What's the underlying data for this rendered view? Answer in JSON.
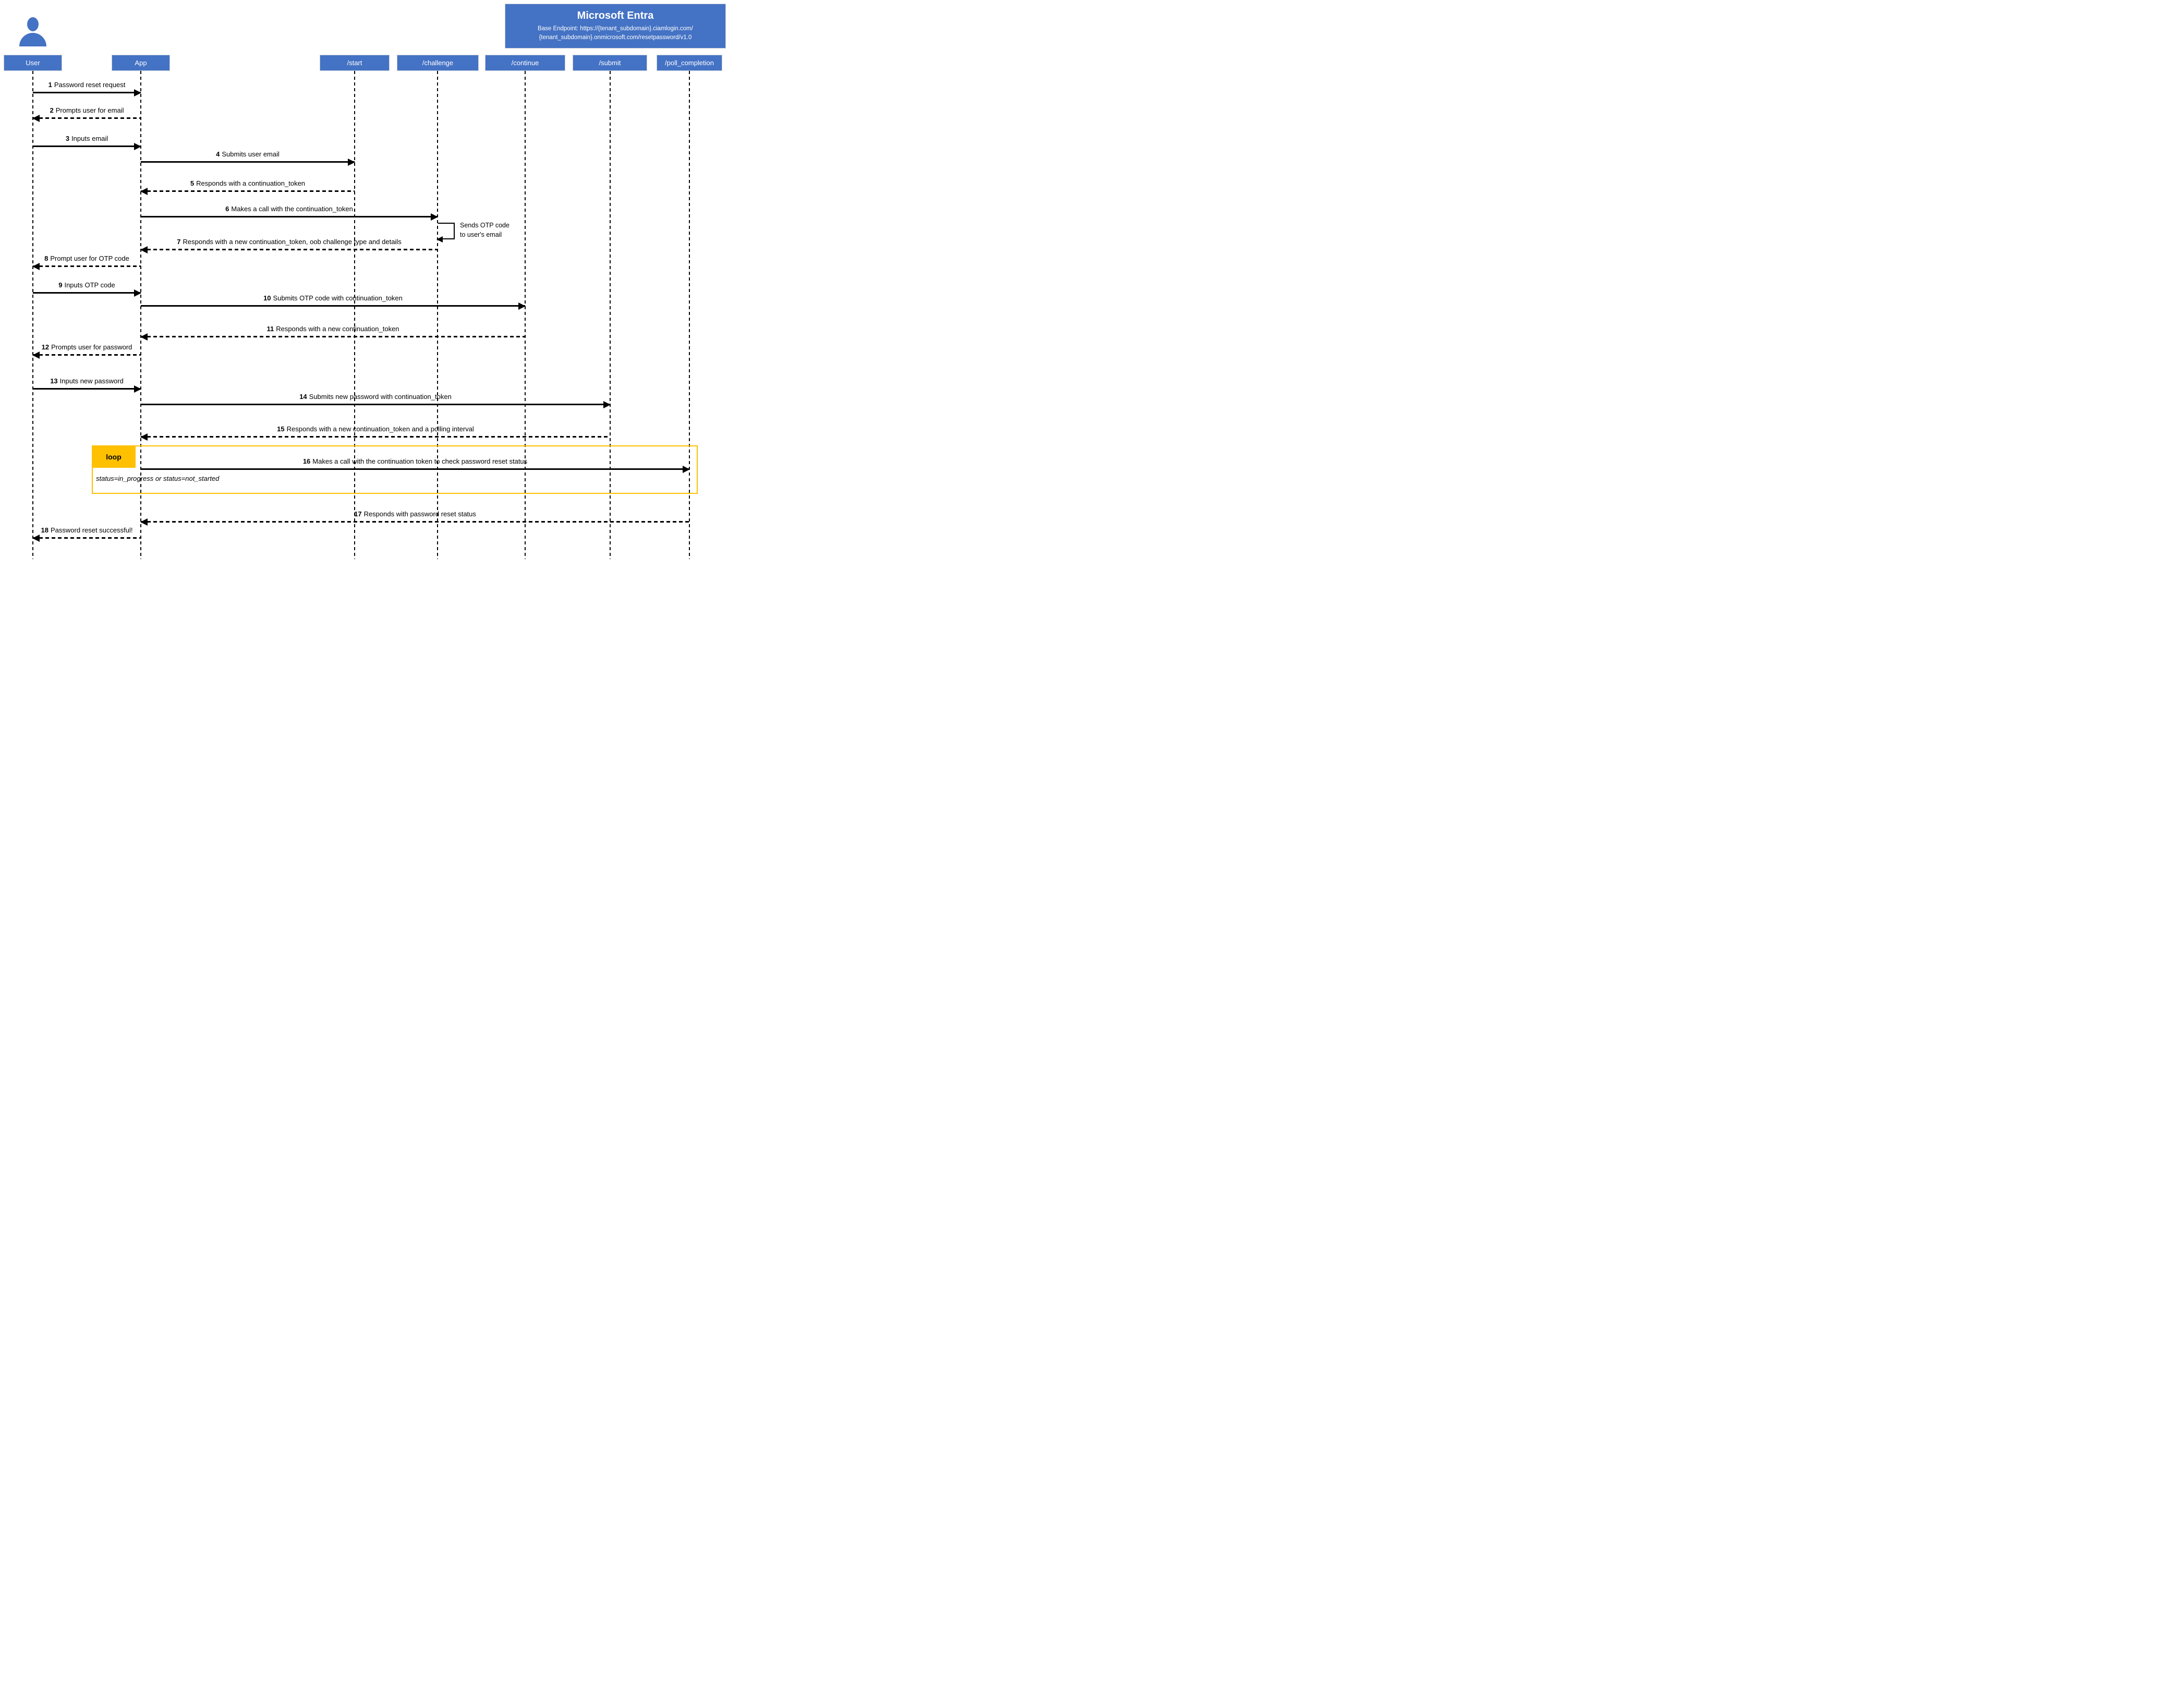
{
  "entra": {
    "title": "Microsoft Entra",
    "subtitle_line1": "Base Endpoint: https://{tenant_subdomain}.ciamlogin.com/",
    "subtitle_line2": "{tenant_subdomain}.onmicrosoft.com/resetpassword/v1.0"
  },
  "actors": [
    {
      "label": "User"
    },
    {
      "label": "App"
    },
    {
      "label": "/start"
    },
    {
      "label": "/challenge"
    },
    {
      "label": "/continue"
    },
    {
      "label": "/submit"
    },
    {
      "label": "/poll_completion"
    }
  ],
  "messages": [
    {
      "num": "1",
      "text": "Password reset request",
      "from": "User",
      "to": "App",
      "line": "solid"
    },
    {
      "num": "2",
      "text": "Prompts user for email",
      "from": "App",
      "to": "User",
      "line": "dashed"
    },
    {
      "num": "3",
      "text": "Inputs email",
      "from": "User",
      "to": "App",
      "line": "solid"
    },
    {
      "num": "4",
      "text": "Submits user email",
      "from": "App",
      "to": "/start",
      "line": "solid"
    },
    {
      "num": "5",
      "text": "Responds with a continuation_token",
      "from": "/start",
      "to": "App",
      "line": "dashed"
    },
    {
      "num": "6",
      "text": "Makes a call with the continuation_token",
      "from": "App",
      "to": "/challenge",
      "line": "solid"
    },
    {
      "num": "7",
      "text": "Responds with a new continuation_token, oob challenge type and details",
      "from": "/challenge",
      "to": "App",
      "line": "dashed"
    },
    {
      "num": "8",
      "text": "Prompt user for OTP code",
      "from": "App",
      "to": "User",
      "line": "dashed"
    },
    {
      "num": "9",
      "text": "Inputs OTP code",
      "from": "User",
      "to": "App",
      "line": "solid"
    },
    {
      "num": "10",
      "text": "Submits OTP code with continuation_token",
      "from": "App",
      "to": "/continue",
      "line": "solid"
    },
    {
      "num": "11",
      "text": "Responds with a new continuation_token",
      "from": "/continue",
      "to": "App",
      "line": "dashed"
    },
    {
      "num": "12",
      "text": "Prompts user for password",
      "from": "App",
      "to": "User",
      "line": "dashed"
    },
    {
      "num": "13",
      "text": "Inputs new password",
      "from": "User",
      "to": "App",
      "line": "solid"
    },
    {
      "num": "14",
      "text": "Submits new password with continuation_token",
      "from": "App",
      "to": "/submit",
      "line": "solid"
    },
    {
      "num": "15",
      "text": "Responds with a new continuation_token and a polling interval",
      "from": "/submit",
      "to": "App",
      "line": "dashed"
    },
    {
      "num": "16",
      "text": "Makes a call with the continuation token to check password reset status",
      "from": "App",
      "to": "/poll_completion",
      "line": "solid"
    },
    {
      "num": "17",
      "text": "Responds with password reset status",
      "from": "/poll_completion",
      "to": "App",
      "line": "dashed"
    },
    {
      "num": "18",
      "text": "Password reset successful!",
      "from": "App",
      "to": "User",
      "line": "dashed"
    }
  ],
  "self_message": {
    "line1": "Sends OTP code",
    "line2": "to user's email",
    "on": "/challenge"
  },
  "loop": {
    "label": "loop",
    "condition": "status=in_progress or status=not_started"
  },
  "colors": {
    "actor_blue": "#4472C4",
    "loop_gold": "#FFC000",
    "line_black": "#000000"
  }
}
